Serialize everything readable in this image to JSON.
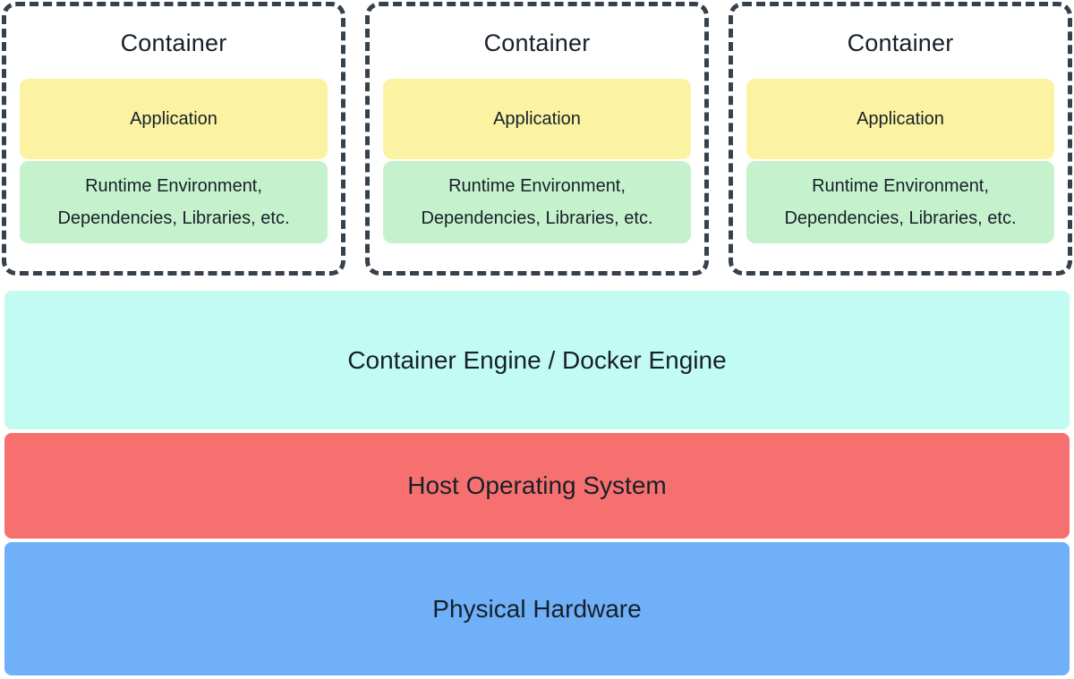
{
  "diagram": {
    "containers": [
      {
        "title": "Container",
        "application_label": "Application",
        "runtime_line1": "Runtime Environment,",
        "runtime_line2": "Dependencies, Libraries, etc."
      },
      {
        "title": "Container",
        "application_label": "Application",
        "runtime_line1": "Runtime Environment,",
        "runtime_line2": "Dependencies, Libraries, etc."
      },
      {
        "title": "Container",
        "application_label": "Application",
        "runtime_line1": "Runtime Environment,",
        "runtime_line2": "Dependencies, Libraries, etc."
      }
    ],
    "layers": {
      "engine": {
        "label": "Container Engine / Docker Engine",
        "bg": "#c2fbf1"
      },
      "host_os": {
        "label": "Host Operating System",
        "bg": "#f77070"
      },
      "hardware": {
        "label": "Physical Hardware",
        "bg": "#6fb0f9"
      }
    },
    "colors": {
      "application_bg": "#fbf3a2",
      "runtime_bg": "#c5f2cc",
      "dashed_border": "#36414c",
      "text": "#17202a",
      "background": "#ffffff"
    }
  }
}
